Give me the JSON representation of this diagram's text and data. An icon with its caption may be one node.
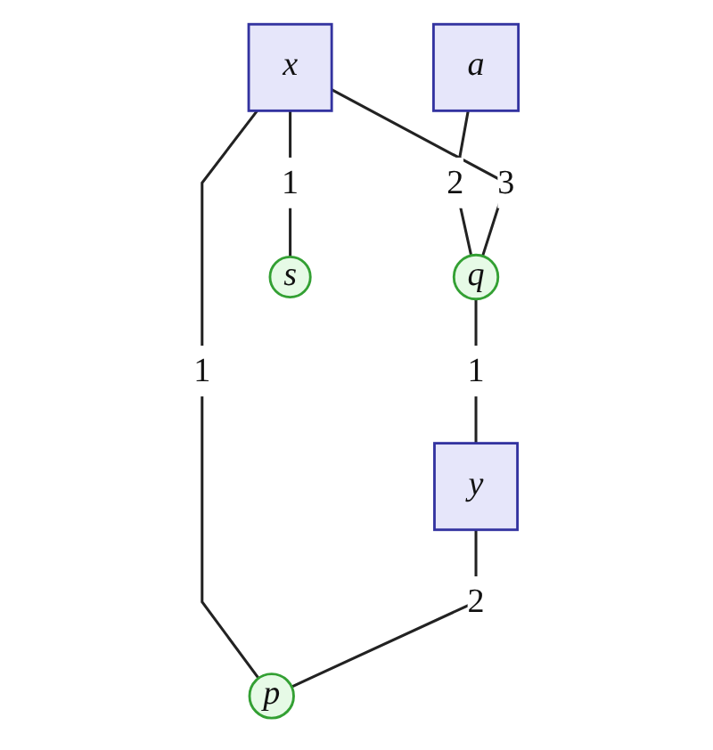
{
  "diagram": {
    "nodes": [
      {
        "text": [
          "a"
        ]
      },
      {
        "text": [
          "x"
        ]
      },
      {
        "text": [
          "q"
        ]
      },
      {
        "text": [
          "y"
        ]
      },
      {
        "text": [
          "s"
        ]
      },
      {
        "text": [
          "p"
        ]
      }
    ],
    "edges": [
      {
        "from": 0,
        "to": 2,
        "arrow": "none",
        "label": "2"
      },
      {
        "from": 1,
        "to": 2,
        "arrow": "none",
        "label": "3"
      },
      {
        "from": 2,
        "to": 3,
        "arrow": "none",
        "label": "1"
      },
      {
        "from": 1,
        "to": 4,
        "arrow": "none",
        "label": "1"
      },
      {
        "from": 1,
        "to": 5,
        "arrow": "none",
        "label": "1"
      },
      {
        "from": 3,
        "to": 5,
        "arrow": "none",
        "label": "2"
      }
    ]
  }
}
